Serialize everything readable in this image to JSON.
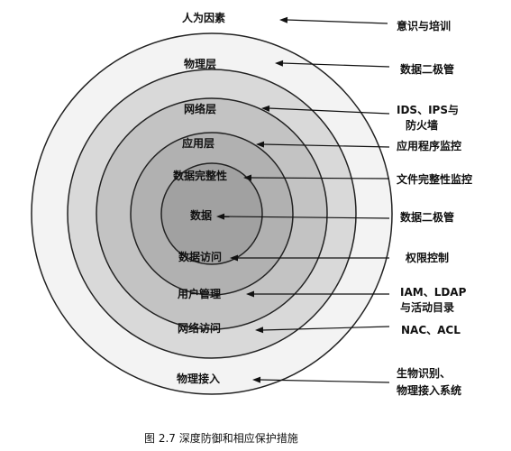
{
  "diagram": {
    "rings": [
      {
        "label": "物理层",
        "fill": "#f3f3f3"
      },
      {
        "label": "网络层",
        "fill": "#d9d9d9"
      },
      {
        "label": "应用层",
        "fill": "#c3c3c3"
      },
      {
        "label": "数据完整性",
        "fill": "#b1b1b1"
      },
      {
        "label": "数据",
        "fill": "#a1a1a1"
      }
    ],
    "labels": {
      "top": "人为因素",
      "physical_layer": "物理层",
      "network_layer": "网络层",
      "application_layer": "应用层",
      "data_integrity": "数据完整性",
      "data": "数据",
      "data_access": "数据访问",
      "user_management": "用户管理",
      "network_access": "网络访问",
      "physical_access": "物理接入"
    },
    "right_labels": [
      {
        "text": "意识与培训"
      },
      {
        "text": "数据二极管"
      },
      {
        "text": "IDS、IPS与"
      },
      {
        "text": "防火墙"
      },
      {
        "text": "应用程序监控"
      },
      {
        "text": "文件完整性监控"
      },
      {
        "text": "数据二极管"
      },
      {
        "text": "权限控制"
      },
      {
        "text": "IAM、LDAP"
      },
      {
        "text": "与活动目录"
      },
      {
        "text": "NAC、ACL"
      },
      {
        "text": "生物识别、"
      },
      {
        "text": "物理接入系统"
      }
    ],
    "caption": "图 2.7    深度防御和相应保护措施"
  },
  "colors": {
    "stroke": "#222222",
    "arrow": "#111111"
  }
}
